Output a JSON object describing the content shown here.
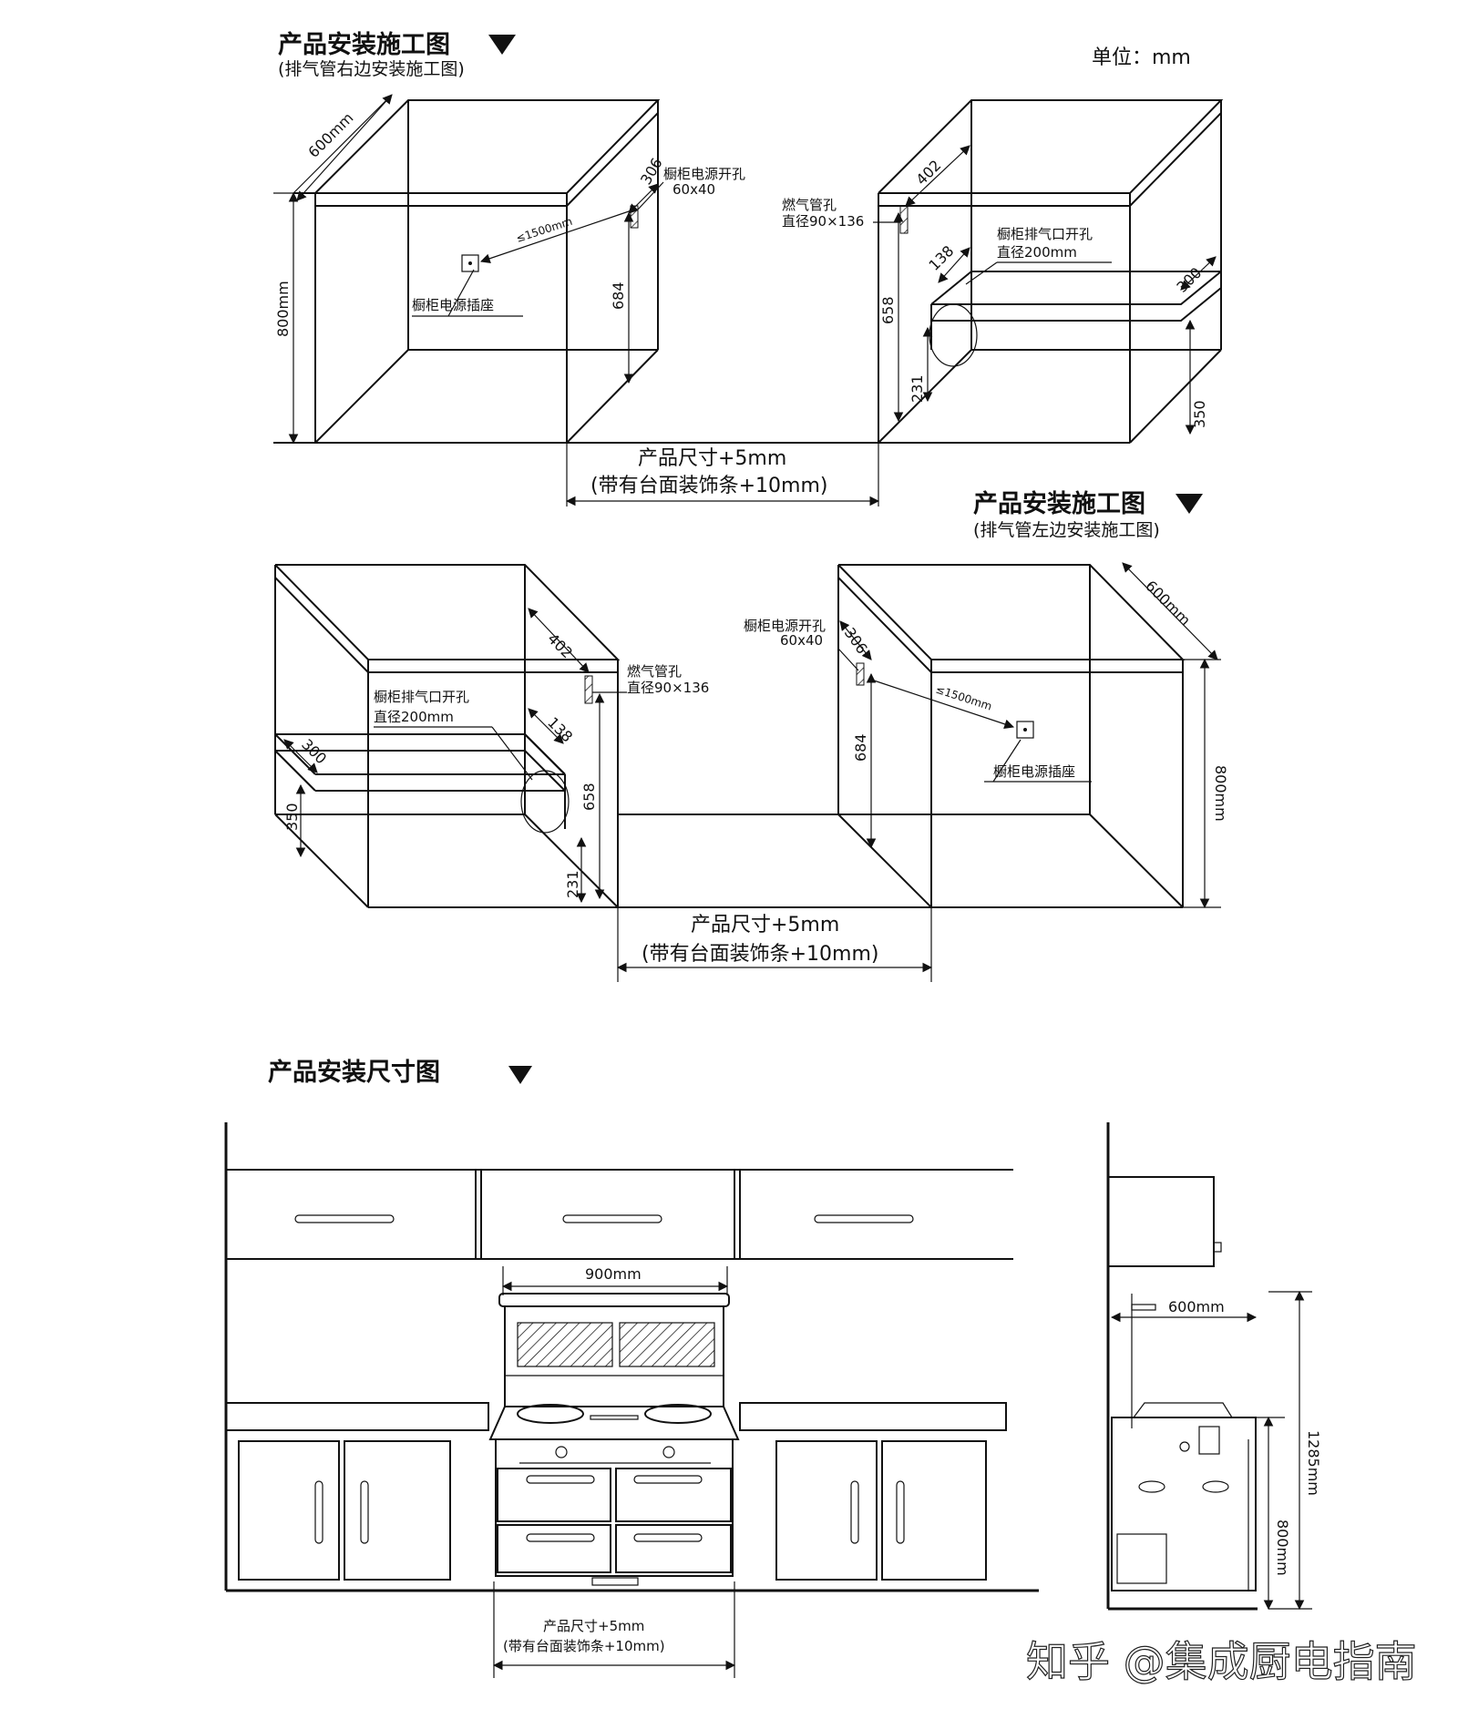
{
  "top_diagram": {
    "title": "产品安装施工图",
    "subtitle": "(排气管右边安装施工图)",
    "unit": "单位：mm",
    "labels": {
      "depth": "600mm",
      "height": "800mm",
      "d306": "306",
      "power_hole": "橱柜电源开孔",
      "power_hole_size": "60x40",
      "max_dist": "≤1500mm",
      "socket": "橱柜电源插座",
      "d684": "684",
      "gas_hole": "燃气管孔",
      "gas_hole_size": "直径90×136",
      "d402": "402",
      "exhaust_hole": "橱柜排气口开孔",
      "exhaust_size": "直径200mm",
      "d138": "138",
      "d658": "658",
      "d300": "300",
      "d231": "231",
      "d350": "350",
      "product_size": "产品尺寸+5mm",
      "with_trim": "(带有台面装饰条+10mm)"
    }
  },
  "middle_diagram": {
    "title": "产品安装施工图",
    "subtitle": "(排气管左边安装施工图)",
    "labels": {
      "d402": "402",
      "gas_hole": "燃气管孔",
      "gas_hole_size": "直径90×136",
      "exhaust_hole": "橱柜排气口开孔",
      "exhaust_size": "直径200mm",
      "d138": "138",
      "d300": "300",
      "d350": "350",
      "d658": "658",
      "d231": "231",
      "power_hole": "橱柜电源开孔",
      "power_hole_size": "60x40",
      "d306": "306",
      "max_dist": "≤1500mm",
      "d684": "684",
      "socket": "橱柜电源插座",
      "depth": "600mm",
      "height": "800mm",
      "product_size": "产品尺寸+5mm",
      "with_trim": "(带有台面装饰条+10mm)"
    }
  },
  "bottom_diagram": {
    "title": "产品安装尺寸图",
    "labels": {
      "width": "900mm",
      "depth": "600mm",
      "total_height": "1285mm",
      "counter_height": "800mm",
      "product_size": "产品尺寸+5mm",
      "with_trim": "(带有台面装饰条+10mm)"
    }
  },
  "watermark": "知乎 @集成厨电指南"
}
